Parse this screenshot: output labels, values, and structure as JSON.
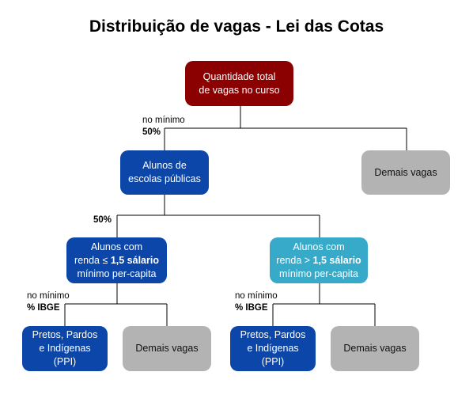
{
  "title": "Distribuição de vagas - Lei das Cotas",
  "nodes": {
    "root": {
      "line1": "Quantidade total",
      "line2": "de vagas no curso"
    },
    "demais_top": {
      "label": "Demais vagas"
    },
    "publicas": {
      "line1": "Alunos de",
      "line2": "escolas públicas"
    },
    "renda_low": {
      "line1": "Alunos com",
      "line2_prefix": "renda ≤ ",
      "line2_bold": "1,5 sálario",
      "line3": "mínimo per-capita"
    },
    "renda_high": {
      "line1": "Alunos com",
      "line2_prefix": "renda > ",
      "line2_bold": "1,5 sálario",
      "line3": "mínimo per-capita"
    },
    "ppi_left": {
      "line1": "Pretos, Pardos",
      "line2": "e Indígenas",
      "line3": "(PPI)"
    },
    "demais_left": {
      "label": "Demais vagas"
    },
    "ppi_right": {
      "line1": "Pretos, Pardos",
      "line2": "e Indígenas",
      "line3": "(PPI)"
    },
    "demais_right": {
      "label": "Demais vagas"
    }
  },
  "edge_labels": {
    "root_to_publicas": {
      "line1": "no mínimo",
      "line2": "50%"
    },
    "publicas_split": {
      "line1": "50%"
    },
    "renda_low_split": {
      "line1": "no mínimo",
      "line2": "% IBGE"
    },
    "renda_high_split": {
      "line1": "no mínimo",
      "line2": "% IBGE"
    }
  },
  "colors": {
    "root": "#8b0000",
    "public_school": "#0b46a8",
    "higher_income": "#37a9c9",
    "other_vacancies": "#b3b3b3",
    "connector": "#000000"
  }
}
